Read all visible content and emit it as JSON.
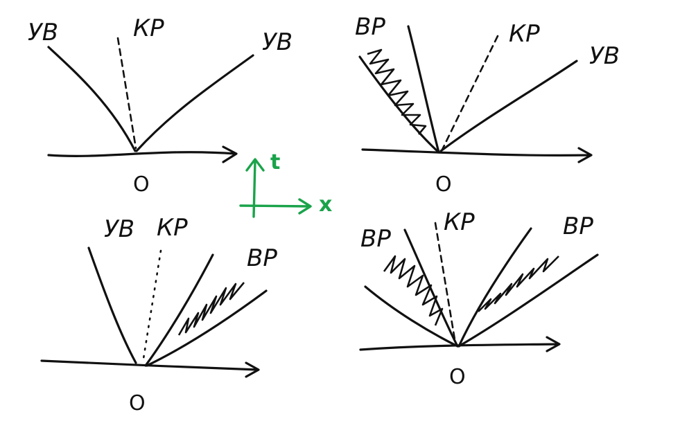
{
  "panels": [
    {
      "id": "top-left",
      "labels": [
        "УВ",
        "КР",
        "УВ"
      ],
      "origin": "O"
    },
    {
      "id": "top-right",
      "labels": [
        "ВР",
        "КР",
        "УВ"
      ],
      "origin": "O"
    },
    {
      "id": "bottom-left",
      "labels": [
        "УВ",
        "КР",
        "ВР"
      ],
      "origin": "O"
    },
    {
      "id": "bottom-right",
      "labels": [
        "ВР",
        "КР",
        "ВР"
      ],
      "origin": "O"
    }
  ],
  "axes_legend": {
    "vertical": "t",
    "horizontal": "x"
  },
  "colors": {
    "ink": "#111111",
    "axes_legend": "#1aa34a"
  }
}
